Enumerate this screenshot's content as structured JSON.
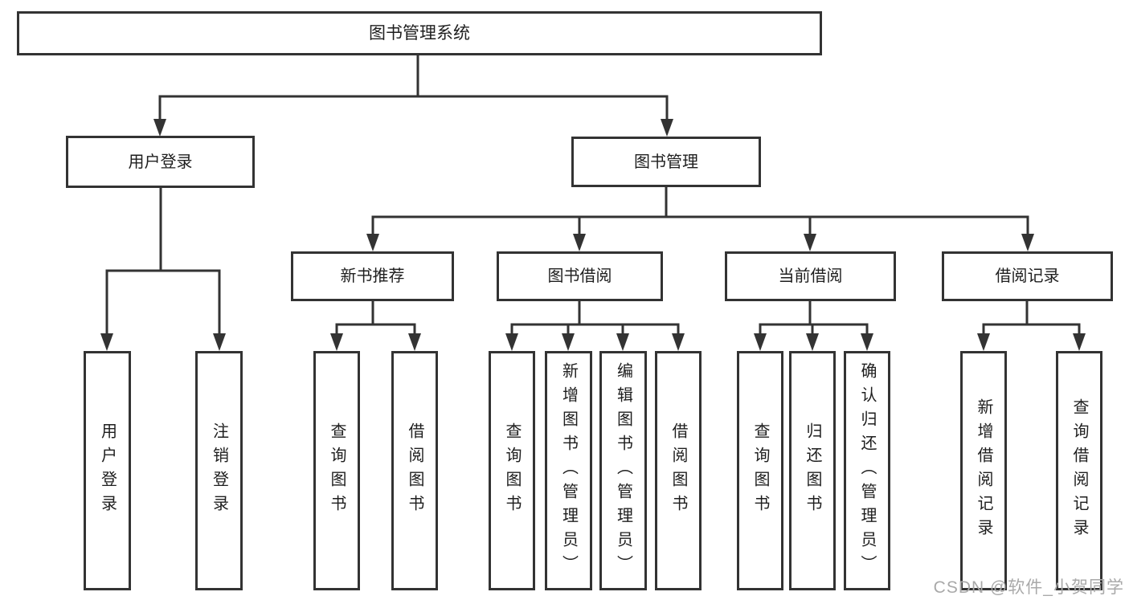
{
  "diagram": {
    "type": "hierarchy-tree",
    "colors": {
      "line": "#333333",
      "border": "#333333",
      "text": "#1e1e1e",
      "background": "#ffffff",
      "watermark": "#a9a9a9"
    },
    "nodes": {
      "root": {
        "label": "图书管理系统"
      },
      "login": {
        "label": "用户登录"
      },
      "mgmt": {
        "label": "图书管理"
      },
      "rec": {
        "label": "新书推荐"
      },
      "borrow": {
        "label": "图书借阅"
      },
      "current": {
        "label": "当前借阅"
      },
      "records": {
        "label": "借阅记录"
      },
      "login_user": {
        "label": "用户登录"
      },
      "login_out": {
        "label": "注销登录"
      },
      "rec_query": {
        "label": "查询图书"
      },
      "rec_borrow": {
        "label": "借阅图书"
      },
      "borrow_query": {
        "label": "查询图书"
      },
      "borrow_add": {
        "label": "新增图书（管理员）"
      },
      "borrow_edit": {
        "label": "编辑图书（管理员）"
      },
      "borrow_borrow": {
        "label": "借阅图书"
      },
      "current_query": {
        "label": "查询图书"
      },
      "current_return": {
        "label": "归还图书"
      },
      "current_confirm": {
        "label": "确认归还（管理员）"
      },
      "records_add": {
        "label": "新增借阅记录"
      },
      "records_query": {
        "label": "查询借阅记录"
      }
    },
    "edges": [
      [
        "root",
        "login"
      ],
      [
        "root",
        "mgmt"
      ],
      [
        "login",
        "login_user"
      ],
      [
        "login",
        "login_out"
      ],
      [
        "mgmt",
        "rec"
      ],
      [
        "mgmt",
        "borrow"
      ],
      [
        "mgmt",
        "current"
      ],
      [
        "mgmt",
        "records"
      ],
      [
        "rec",
        "rec_query"
      ],
      [
        "rec",
        "rec_borrow"
      ],
      [
        "borrow",
        "borrow_query"
      ],
      [
        "borrow",
        "borrow_add"
      ],
      [
        "borrow",
        "borrow_edit"
      ],
      [
        "borrow",
        "borrow_borrow"
      ],
      [
        "current",
        "current_query"
      ],
      [
        "current",
        "current_return"
      ],
      [
        "current",
        "current_confirm"
      ],
      [
        "records",
        "records_add"
      ],
      [
        "records",
        "records_query"
      ]
    ],
    "watermark": "CSDN @软件_小贺同学"
  }
}
